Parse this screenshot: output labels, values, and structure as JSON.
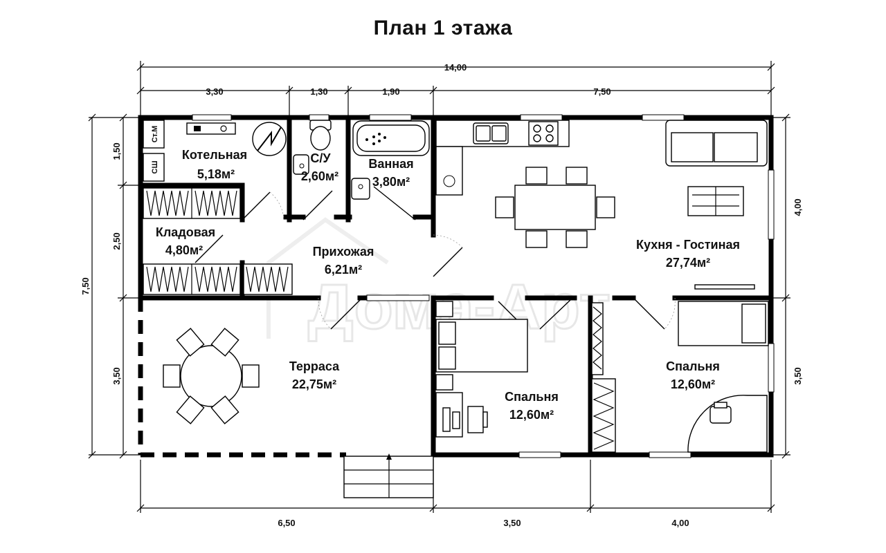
{
  "title": "План 1 этажа",
  "watermark": "Дома-Арт",
  "dimensions": {
    "top_total": "14,00",
    "top_segments": [
      "3,30",
      "1,30",
      "1,90",
      "7,50"
    ],
    "bottom_segments": [
      "6,50",
      "3,50",
      "4,00"
    ],
    "left_total": "7,50",
    "left_segments": [
      "1,50",
      "2,50",
      "3,50"
    ],
    "right_segments": [
      "4,00",
      "3,50"
    ]
  },
  "fixtures": {
    "meter_label": "Ст.М",
    "shaft_label": "СШ"
  },
  "rooms": {
    "boiler": {
      "name": "Котельная",
      "area": "5,18м²"
    },
    "wc": {
      "name": "С/У",
      "area": "2,60м²"
    },
    "bath": {
      "name": "Ванная",
      "area": "3,80м²"
    },
    "storage": {
      "name": "Кладовая",
      "area": "4,80м²"
    },
    "hall": {
      "name": "Прихожая",
      "area": "6,21м²"
    },
    "kitchen": {
      "name": "Кухня - Гостиная",
      "area": "27,74м²"
    },
    "terrace": {
      "name": "Терраса",
      "area": "22,75м²"
    },
    "bedroom1": {
      "name": "Спальня",
      "area": "12,60м²"
    },
    "bedroom2": {
      "name": "Спальня",
      "area": "12,60м²"
    }
  }
}
